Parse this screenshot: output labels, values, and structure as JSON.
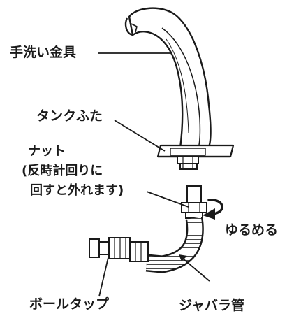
{
  "labels": {
    "faucet": "手洗い金具",
    "tank_lid": "タンクふた",
    "nut_title": "ナット",
    "nut_note_1": "(反時計回りに",
    "nut_note_2": "回すと外れます)",
    "loosen": "ゆるめる",
    "ball_tap": "ボールタップ",
    "bellows_pipe": "ジャバラ管"
  }
}
